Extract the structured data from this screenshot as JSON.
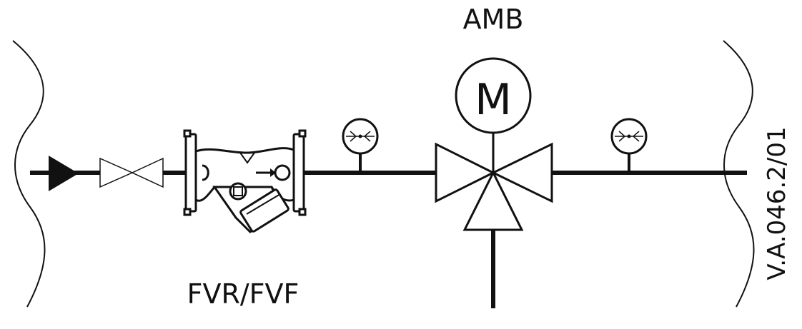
{
  "labels": {
    "actuator": "AMB",
    "motor_symbol": "M",
    "strainer": "FVR/FVF",
    "drawing_number": "V.A.046.2/01"
  },
  "colors": {
    "line": "#111111",
    "background": "#ffffff"
  }
}
